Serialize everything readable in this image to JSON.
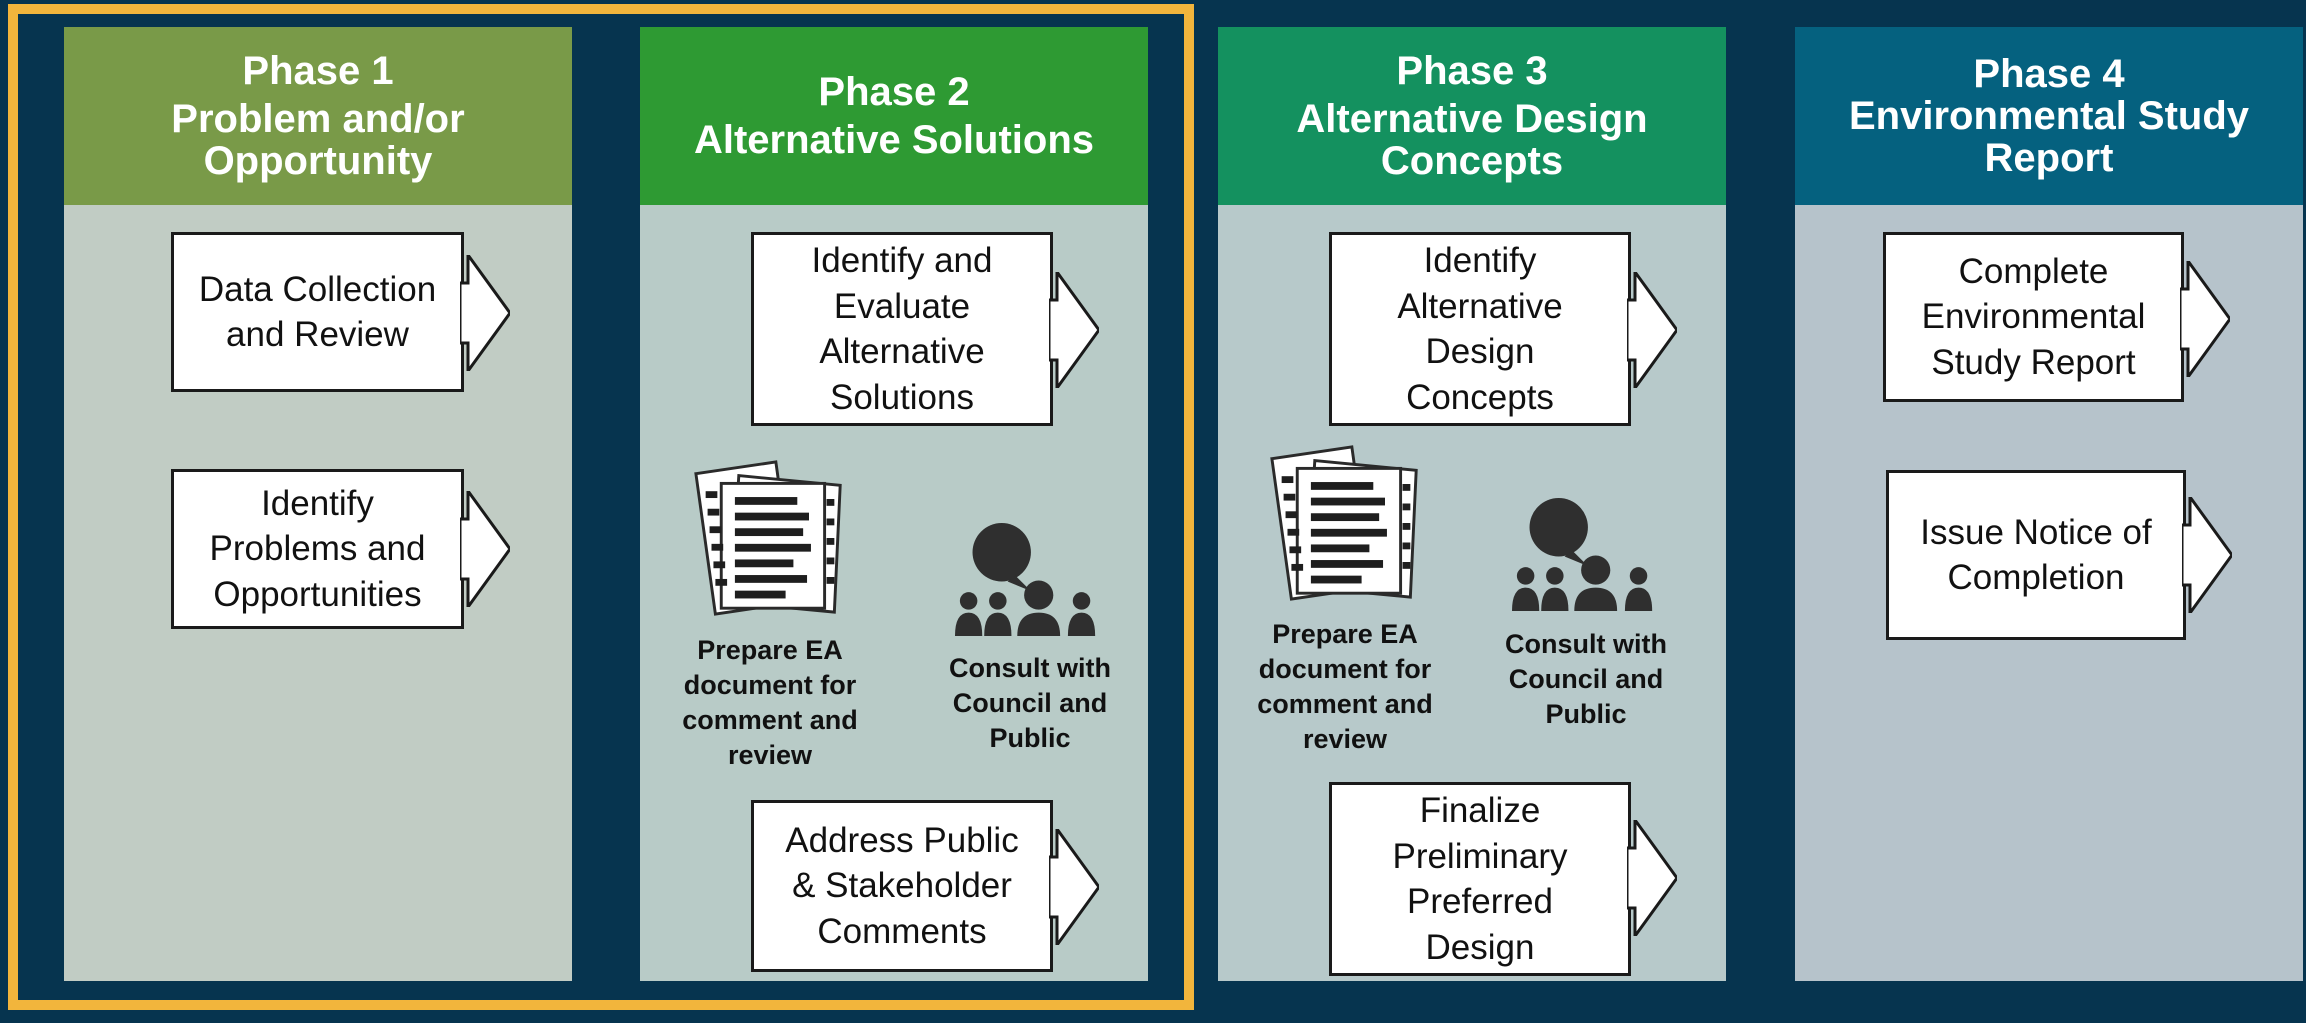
{
  "colors": {
    "background": "#06344f",
    "highlight": "#f2b53c",
    "phase1_header": "#799a48",
    "phase2_header": "#2e9a33",
    "phase3_header": "#14915f",
    "phase4_header": "#05617f",
    "phase1_body": "#c1ccc4",
    "phase2_body": "#b8cbc7",
    "phase3_body": "#b7c9ca",
    "phase4_body": "#b6c3cb"
  },
  "phases": [
    {
      "phase": "Phase 1",
      "name": "Problem and/or Opportunity",
      "steps": [
        "Data Collection and Review",
        "Identify Problems and Opportunities"
      ]
    },
    {
      "phase": "Phase 2",
      "name": "Alternative Solutions",
      "steps": [
        "Identify and Evaluate Alternative Solutions",
        "Address Public & Stakeholder Comments"
      ],
      "icons": [
        {
          "icon": "documents-icon",
          "label": "Prepare EA document for comment and review"
        },
        {
          "icon": "consultation-group-icon",
          "label": "Consult with Council and Public"
        }
      ]
    },
    {
      "phase": "Phase 3",
      "name": "Alternative Design Concepts",
      "steps": [
        "Identify Alternative Design Concepts",
        "Finalize Preliminary Preferred Design"
      ],
      "icons": [
        {
          "icon": "documents-icon",
          "label": "Prepare EA document for comment and review"
        },
        {
          "icon": "consultation-group-icon",
          "label": "Consult with Council and Public"
        }
      ]
    },
    {
      "phase": "Phase 4",
      "name": "Environmental Study Report",
      "steps": [
        "Complete Environmental Study Report",
        "Issue Notice of Completion"
      ]
    }
  ]
}
